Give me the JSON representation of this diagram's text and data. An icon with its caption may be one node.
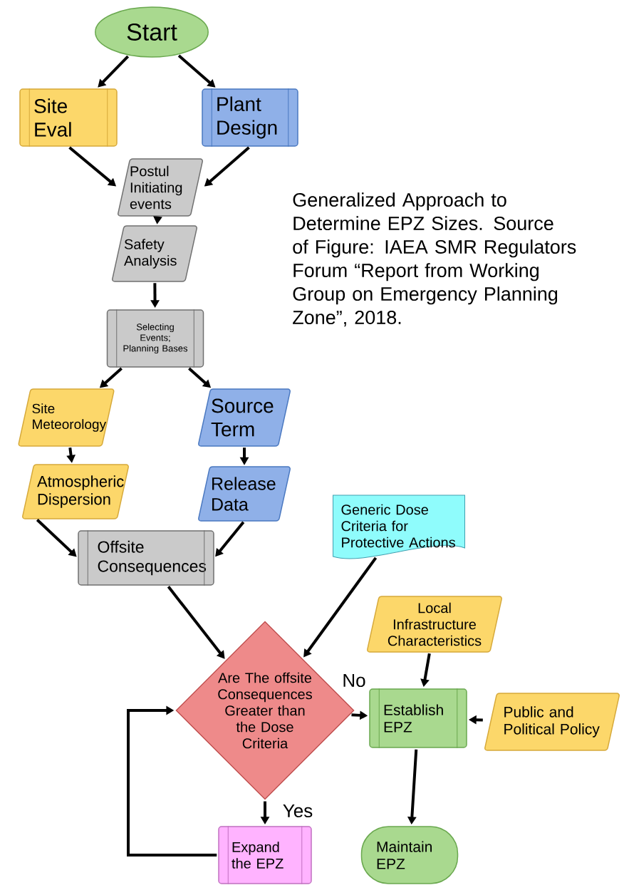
{
  "diagram": {
    "caption": "Generalized Approach to Determine EPZ Sizes. Source of Figure: IAEA SMR Regulators Forum “Report from Working Group on Emergency Planning Zone”, 2018.",
    "nodes": [
      {
        "text": [
          "Start"
        ]
      },
      {
        "text": [
          "Site Eval"
        ]
      },
      {
        "text": [
          "Plant Design"
        ]
      },
      {
        "text": [
          "Postul Initiating events"
        ]
      },
      {
        "text": [
          "Safety Analysis"
        ]
      },
      {
        "text": [
          "Selecting Events; Planning Bases"
        ]
      },
      {
        "text": [
          "Site Meteorology"
        ]
      },
      {
        "text": [
          "Source Term"
        ]
      },
      {
        "text": [
          "Atmospheric Dispersion"
        ]
      },
      {
        "text": [
          "Release Data"
        ]
      },
      {
        "text": [
          "Offsite Consequences"
        ]
      },
      {
        "text": [
          "Generic Dose Criteria for Protective Actions"
        ]
      },
      {
        "text": [
          "Local Infrastructure Characteristics"
        ]
      },
      {
        "text": [
          "Are The offsite Consequences Greater than the Dose Criteria"
        ]
      },
      {
        "text": [
          "Establish EPZ"
        ]
      },
      {
        "text": [
          "Public and Political Policy"
        ]
      },
      {
        "text": [
          "Expand the EPZ"
        ]
      },
      {
        "text": [
          "Maintain EPZ"
        ]
      }
    ],
    "edges": [
      {
        "from": 0,
        "to": 1,
        "arrow": "to"
      },
      {
        "from": 0,
        "to": 2,
        "arrow": "to"
      },
      {
        "from": 1,
        "to": 3,
        "arrow": "to"
      },
      {
        "from": 2,
        "to": 3,
        "arrow": "to"
      },
      {
        "from": 3,
        "to": 4,
        "arrow": "to"
      },
      {
        "from": 4,
        "to": 5,
        "arrow": "to"
      },
      {
        "from": 5,
        "to": 6,
        "arrow": "to"
      },
      {
        "from": 5,
        "to": 7,
        "arrow": "to"
      },
      {
        "from": 6,
        "to": 8,
        "arrow": "to"
      },
      {
        "from": 7,
        "to": 9,
        "arrow": "to"
      },
      {
        "from": 8,
        "to": 10,
        "arrow": "to"
      },
      {
        "from": 9,
        "to": 10,
        "arrow": "to"
      },
      {
        "from": 10,
        "to": 13,
        "arrow": "to"
      },
      {
        "from": 11,
        "to": 13,
        "arrow": "to"
      },
      {
        "from": 12,
        "to": 14,
        "arrow": "to"
      },
      {
        "from": 13,
        "to": 14,
        "arrow": "to",
        "label": "No"
      },
      {
        "from": 15,
        "to": 14,
        "arrow": "to"
      },
      {
        "from": 13,
        "to": 16,
        "arrow": "to",
        "label": "Yes"
      },
      {
        "from": 16,
        "to": 13,
        "arrow": "to"
      },
      {
        "from": 14,
        "to": 17,
        "arrow": "to"
      }
    ]
  }
}
